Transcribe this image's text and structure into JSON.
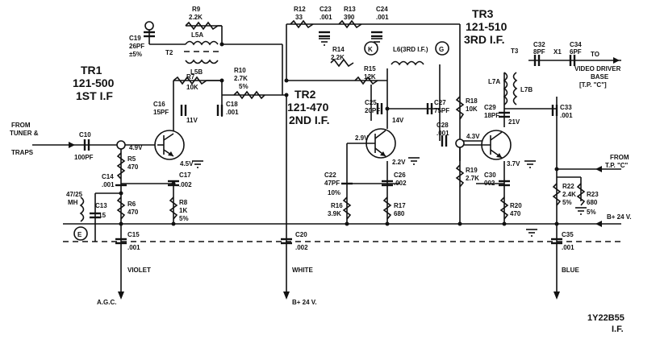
{
  "stages": {
    "tr1": {
      "name": "TR1",
      "part": "121-500",
      "func": "1ST I.F"
    },
    "tr2": {
      "name": "TR2",
      "part": "121-470",
      "func": "2ND I.F."
    },
    "tr3": {
      "name": "TR3",
      "part": "121-510",
      "func": "3RD I.F."
    }
  },
  "labels": {
    "from_tuner": "FROM",
    "from_tuner2": "TUNER &",
    "from_tuner3": "TRAPS",
    "to": "TO",
    "video_driver": "VIDEO DRIVER",
    "base": "BASE",
    "tp_c": "[T.P. \"C\"]",
    "from_right": "FROM",
    "from_right_tp": "T.P. \"C\"",
    "b24_right": "B+ 24 V.",
    "b24_bottom": "B+ 24 V.",
    "agc": "A.G.C.",
    "violet": "VIOLET",
    "white": "WHITE",
    "blue": "BLUE",
    "model": "1Y22B55",
    "section": "I.F."
  },
  "components": {
    "r9": [
      "R9",
      "2.2K"
    ],
    "c19": [
      "C19",
      "26PF",
      "±5%"
    ],
    "l5a": "L5A",
    "t2": "T2",
    "l5b": "L5B",
    "r7": [
      "R7",
      "10K"
    ],
    "r10": [
      "R10",
      "2.7K",
      "5%"
    ],
    "c16": [
      "C16",
      "15PF"
    ],
    "c18": [
      "C18",
      ".001"
    ],
    "c10": [
      "C10",
      "100PF"
    ],
    "r5": [
      "R5",
      "470"
    ],
    "c14": [
      "C14",
      ".001"
    ],
    "c17": [
      "C17",
      ".002"
    ],
    "r6": [
      "R6",
      "470"
    ],
    "r8": [
      "R8",
      "1K",
      "5%"
    ],
    "c13": [
      "C13",
      ".15"
    ],
    "l_4725": [
      "47/25",
      "MH"
    ],
    "c15": [
      "C15",
      ".001"
    ],
    "r12": [
      "R12",
      "33"
    ],
    "c23": [
      "C23",
      ".001"
    ],
    "r13": [
      "R13",
      "390"
    ],
    "c24": [
      "C24",
      ".001"
    ],
    "r14": [
      "R14",
      "2.2K"
    ],
    "l6": "L6(3RD I.F.)",
    "r15": [
      "R15",
      "12K"
    ],
    "c25": [
      "C25",
      "20PF"
    ],
    "c27": [
      "C27",
      "75PF"
    ],
    "c28": [
      "C28",
      ".001"
    ],
    "c22": [
      "C22",
      "47PF",
      "10%"
    ],
    "c26": [
      "C26",
      ".002"
    ],
    "r16": [
      "R16",
      "3.9K"
    ],
    "r17": [
      "R17",
      "680"
    ],
    "c20": [
      "C20",
      ".002"
    ],
    "r18": [
      "R18",
      "10K"
    ],
    "r19": [
      "R19",
      "2.7K"
    ],
    "t3": "T3",
    "l7a": "L7A",
    "l7b": "L7B",
    "c29": [
      "C29",
      "18PF"
    ],
    "c30": [
      "C30",
      "002"
    ],
    "r20": [
      "R20",
      "470"
    ],
    "c32": [
      "C32",
      "8PF"
    ],
    "x1": "X1",
    "c34": [
      "C34",
      "6PF"
    ],
    "c33": [
      "C33",
      ".001"
    ],
    "r22": [
      "R22",
      "2.4K",
      "5%"
    ],
    "r23": [
      "R23",
      "680",
      "5%"
    ],
    "c35": [
      "C35",
      ".001"
    ]
  },
  "voltages": {
    "v49": "4.9V",
    "v11": "11V",
    "v45": "4.5V",
    "v14": "14V",
    "v29": "2.9V",
    "v22": "2.2V",
    "v43": "4.3V",
    "v21": "21V",
    "v37": "3.7V"
  },
  "test_points": {
    "e": "E",
    "k": "K",
    "g": "G"
  }
}
